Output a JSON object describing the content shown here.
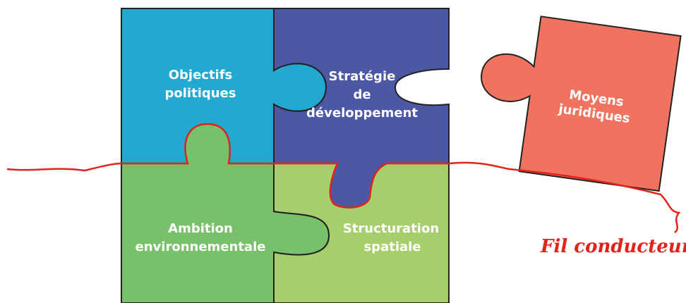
{
  "pieces": {
    "objectifs": {
      "line1": "Objectifs",
      "line2": "politiques",
      "color": "#23a8d2"
    },
    "strategie": {
      "line1": "Stratégie",
      "line2": "de",
      "line3": "développement",
      "color": "#4c58a4"
    },
    "ambition": {
      "line1": "Ambition",
      "line2": "environnementale",
      "color": "#79c06a"
    },
    "structuration": {
      "line1": "Structuration",
      "line2": "spatiale",
      "color": "#a7ce6c"
    },
    "moyens": {
      "line1": "Moyens",
      "line2": "juridiques",
      "color": "#f0735f"
    }
  },
  "thread": {
    "label": "Fil conducteur",
    "color": "#e2231a"
  },
  "outline_color": "#222222"
}
